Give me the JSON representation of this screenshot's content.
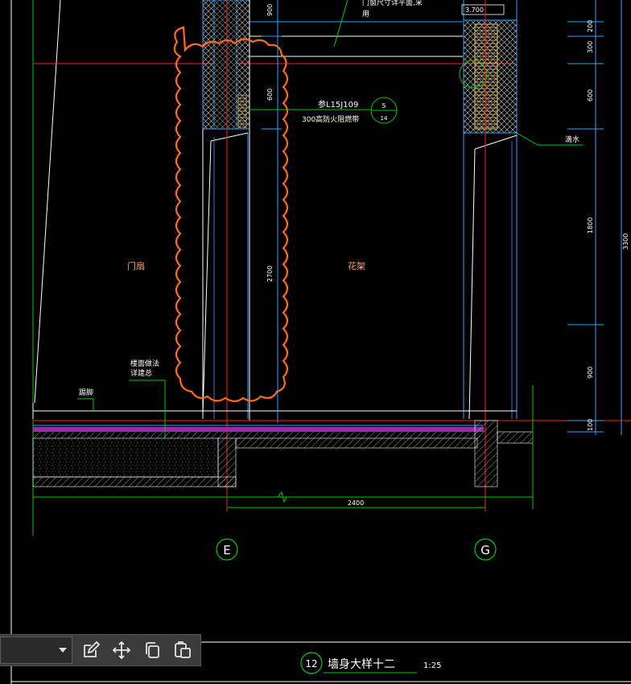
{
  "drawing": {
    "title": "墙身大样十二",
    "detail_number": "12",
    "scale": "1:25",
    "labels": {
      "door_window": "门扇",
      "trellis": "花架",
      "reference_top": "参L15J109",
      "reference_note": "300高防火阻燃带",
      "floor_note_line1": "楼面做法",
      "floor_note_line2": "详建总",
      "skirting": "踢脚",
      "drip": "滴水",
      "top_text_line1": "门窗尺寸详平面,采",
      "top_text_line2": "用",
      "elevation": "3.700"
    },
    "section_mark": {
      "top": "5",
      "bottom": "14"
    },
    "grid_axes": [
      "E",
      "G"
    ],
    "dimensions": {
      "left_column": [
        "900",
        "600",
        "2700"
      ],
      "right_column": [
        "200",
        "300",
        "600",
        "1800",
        "900",
        "100"
      ],
      "right_total": "3300",
      "bottom_span": "2400"
    }
  },
  "toolbar": {
    "dropdown_value": "",
    "buttons": [
      {
        "name": "edit-icon"
      },
      {
        "name": "move-icon"
      },
      {
        "name": "copy-icon"
      },
      {
        "name": "paste-icon"
      }
    ]
  },
  "colors": {
    "background": "#000000",
    "outline_green": "#00cc00",
    "wall_cyan": "#2aa8ff",
    "red_axis": "#ff2020",
    "revision_cloud": "#ff6a1a",
    "white": "#ffffff",
    "label_orange": "#ffa070"
  }
}
